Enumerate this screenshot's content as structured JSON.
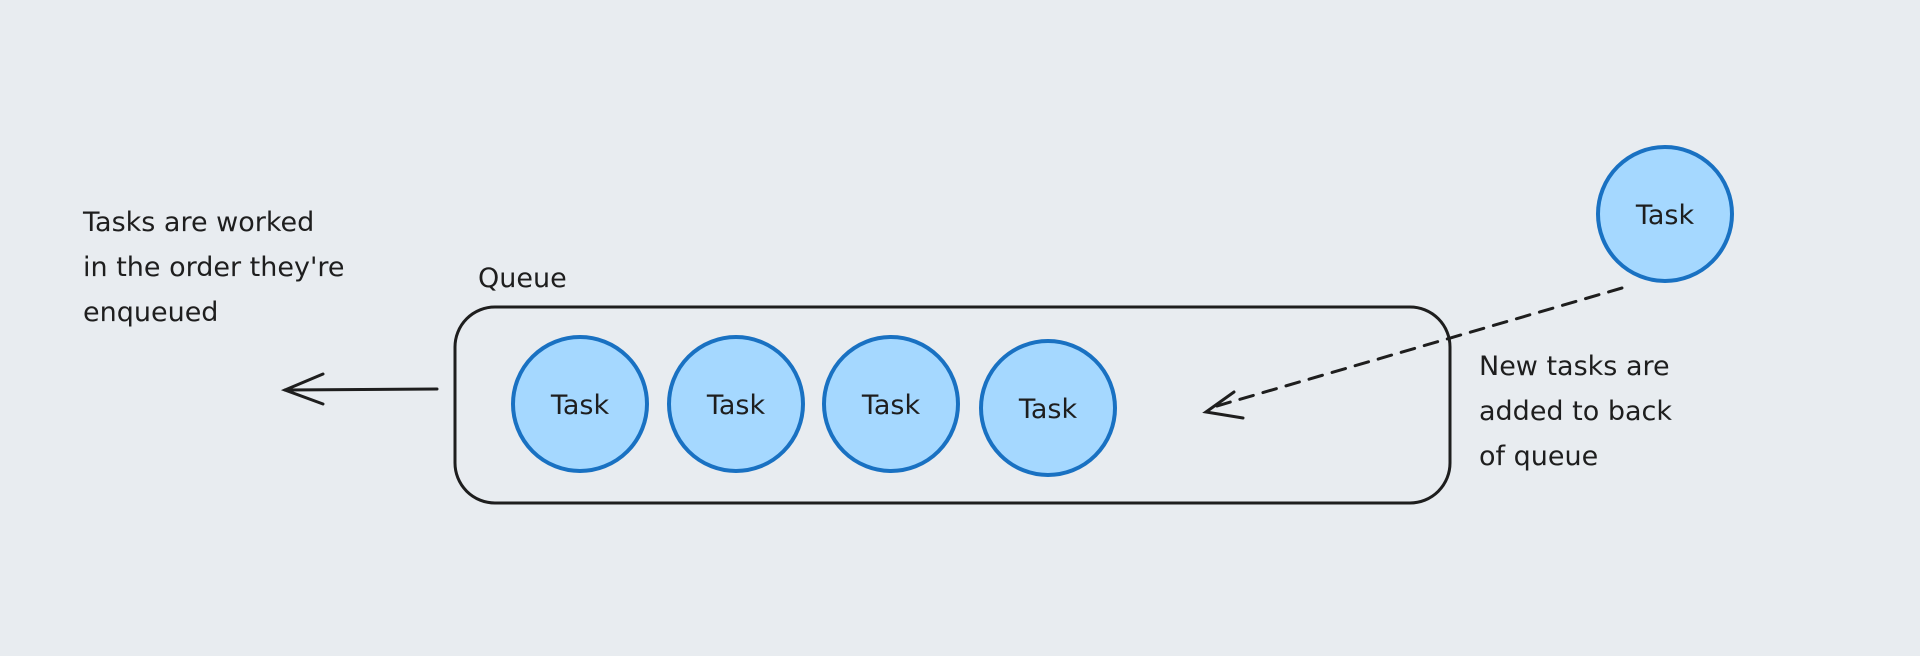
{
  "left_note": [
    "Tasks are worked",
    "in the order they're",
    "enqueued"
  ],
  "queue_label": "Queue",
  "queued_tasks": [
    "Task",
    "Task",
    "Task",
    "Task"
  ],
  "incoming_task": "Task",
  "right_note": [
    "New tasks are",
    "added to back",
    "of queue"
  ],
  "colors": {
    "background": "#e8ecf0",
    "task_fill": "#a5d8ff",
    "task_stroke": "#1971c2",
    "ink": "#1e1e1e"
  }
}
